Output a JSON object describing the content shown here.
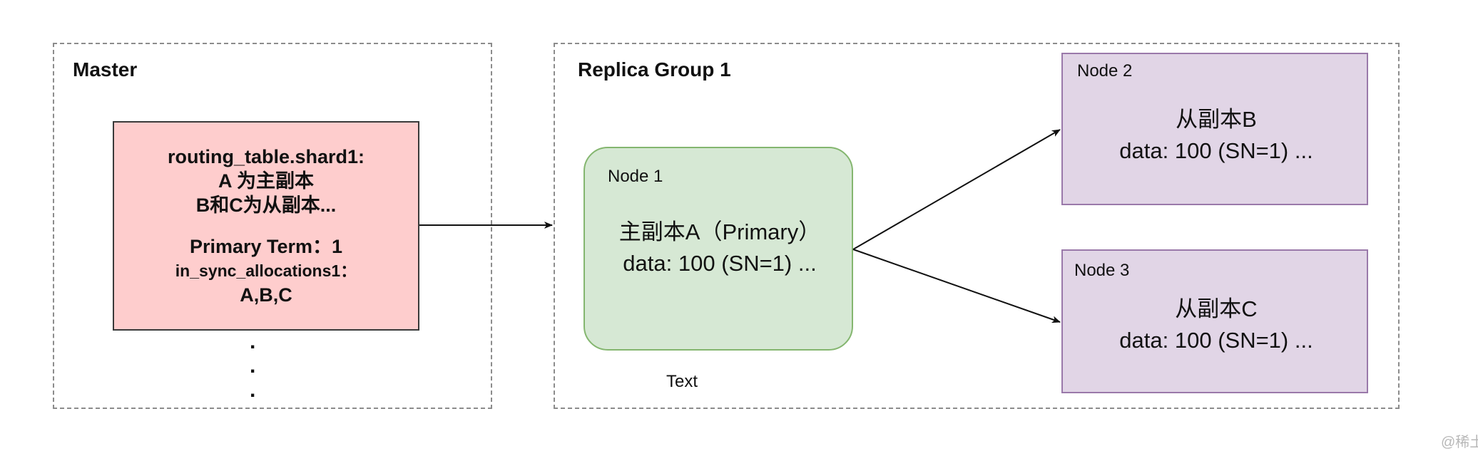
{
  "master": {
    "title": "Master",
    "routing": {
      "line1": "routing_table.shard1:",
      "line2": "A 为主副本",
      "line3": "B和C为从副本...",
      "line4": "Primary Term：1",
      "line5": "in_sync_allocations1：",
      "line6": "A,B,C"
    },
    "ellipsis": [
      ".",
      ".",
      "."
    ]
  },
  "replica_group": {
    "title": "Replica Group 1",
    "node1": {
      "label": "Node 1",
      "line1": "主副本A（Primary）",
      "line2": "data: 100 (SN=1) ..."
    },
    "text_label": "Text",
    "node2": {
      "label": "Node 2",
      "line1": "从副本B",
      "line2": "data: 100 (SN=1) ..."
    },
    "node3": {
      "label": "Node 3",
      "line1": "从副本C",
      "line2": "data: 100 (SN=1) ..."
    }
  },
  "watermark": "@稀土",
  "colors": {
    "routing_fill": "#fecdcd",
    "node1_fill": "#d6e8d4",
    "node1_border": "#84b66f",
    "replica_fill": "#e1d5e6",
    "replica_border": "#9a79aa",
    "container_border": "#8c8c8c"
  }
}
